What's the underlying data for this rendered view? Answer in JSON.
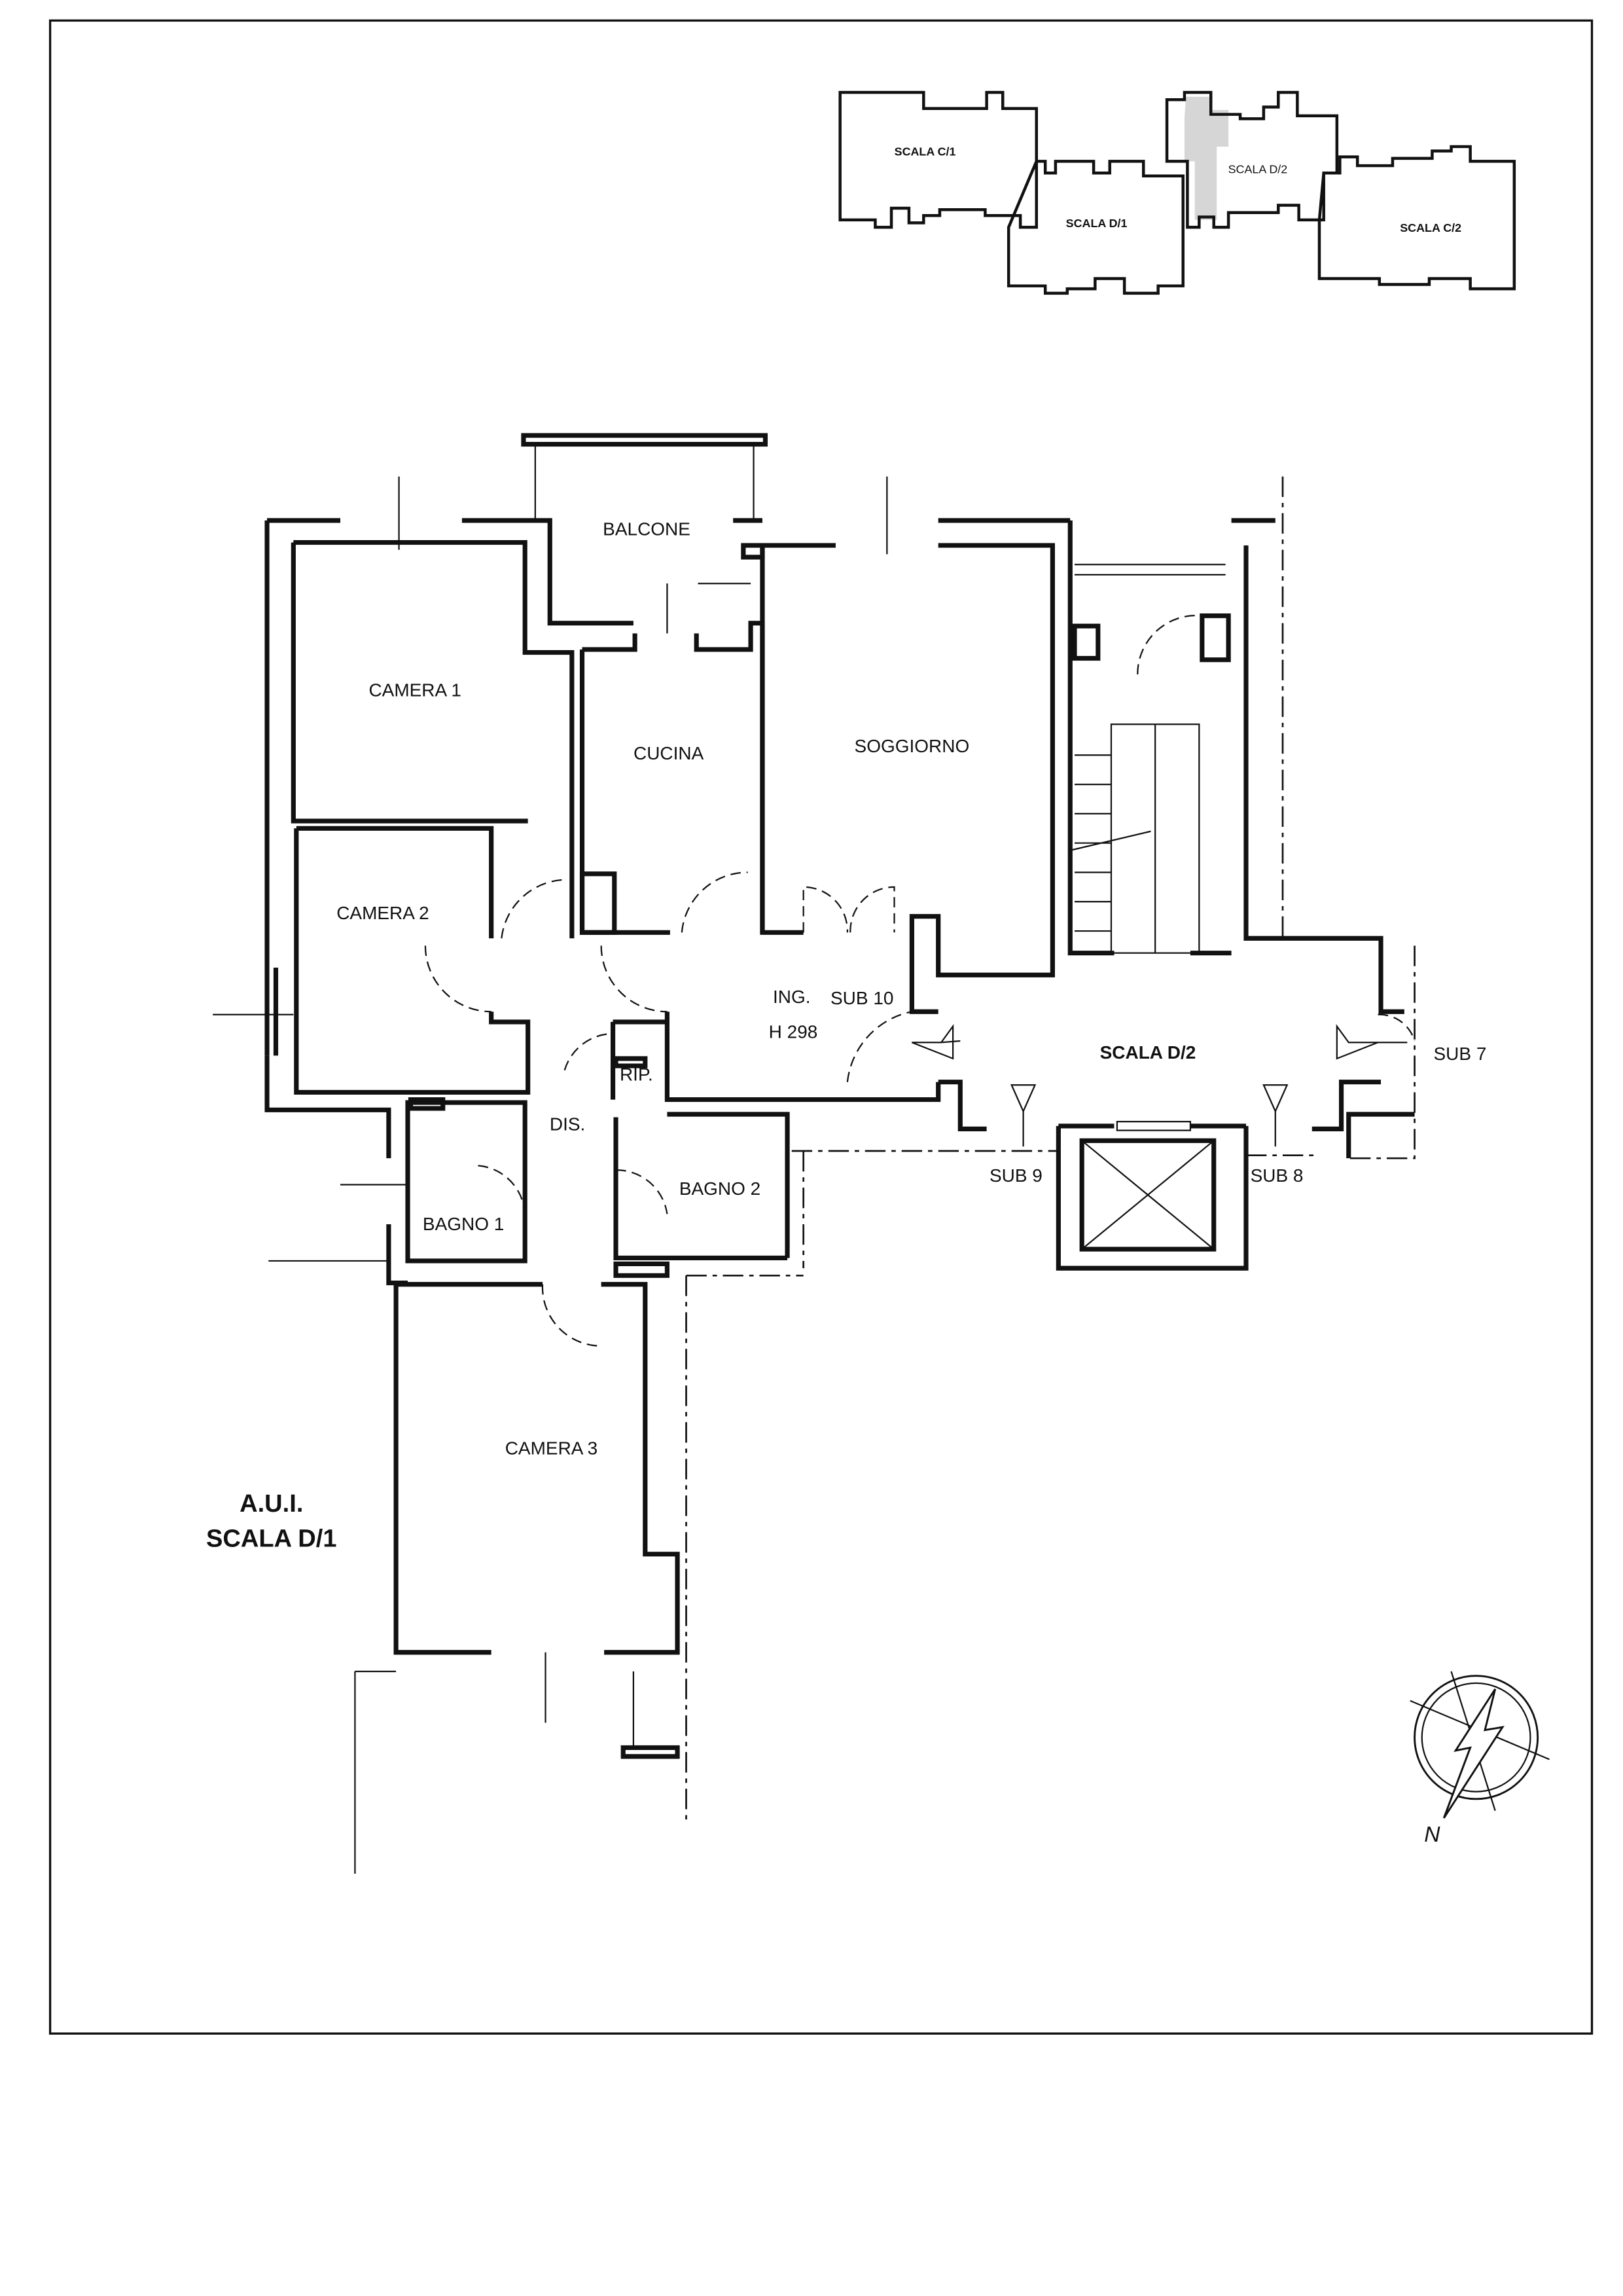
{
  "key_plan": {
    "blocks": [
      "SCALA C/1",
      "SCALA D/1",
      "SCALA D/2",
      "SCALA C/2"
    ],
    "highlight_color": "#d6d6d6"
  },
  "rooms": {
    "camera1": "CAMERA 1",
    "camera2": "CAMERA 2",
    "camera3": "CAMERA 3",
    "balcone": "BALCONE",
    "cucina": "CUCINA",
    "soggiorno": "SOGGIORNO",
    "ingresso": "ING.",
    "rip": "RIP.",
    "dis": "DIS.",
    "bagno1": "BAGNO 1",
    "bagno2": "BAGNO 2"
  },
  "annotations": {
    "sub10": "SUB 10",
    "height": "H 298",
    "scala_d2": "SCALA D/2",
    "sub7": "SUB 7",
    "sub9": "SUB 9",
    "sub8": "SUB 8"
  },
  "title": {
    "line1": "A.U.I.",
    "line2": "SCALA D/1"
  },
  "north": "N"
}
